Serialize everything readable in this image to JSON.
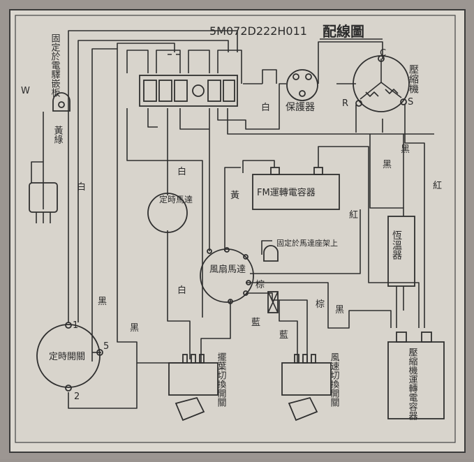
{
  "title": {
    "model": "5M072D222H011",
    "heading": "配線圖"
  },
  "labels": {
    "bracket_note": "固定於電驛嵌板",
    "w": "W",
    "yellow_green": "黃綠",
    "white_1": "白",
    "white_2": "白",
    "white_3": "白",
    "white_4": "白",
    "black_1": "黑",
    "black_2": "黑",
    "black_3": "黑",
    "black_4": "黑",
    "black_5": "黑",
    "yellow": "黃",
    "red_1": "紅",
    "red_2": "紅",
    "brown_1": "棕",
    "brown_2": "棕",
    "blue_1": "藍",
    "blue_2": "藍",
    "terminal_c": "C",
    "terminal_r": "R",
    "terminal_s": "S",
    "terminal_1": "1",
    "terminal_2": "2",
    "terminal_5": "5"
  },
  "components": {
    "protector": "保護器",
    "compressor": "壓縮機",
    "fm_capacitor": "FM運轉電容器",
    "timer_motor": "定時馬達",
    "fan_motor": "風扇馬達",
    "fan_motor_mount": "固定於馬達座架上",
    "thermostat": "恆溫器",
    "timer_switch": "定時開關",
    "swing_switch": "擺葉切換開關",
    "fan_speed_switch": "風速切換開關",
    "compressor_capacitor": "壓縮機運轉電容器"
  }
}
